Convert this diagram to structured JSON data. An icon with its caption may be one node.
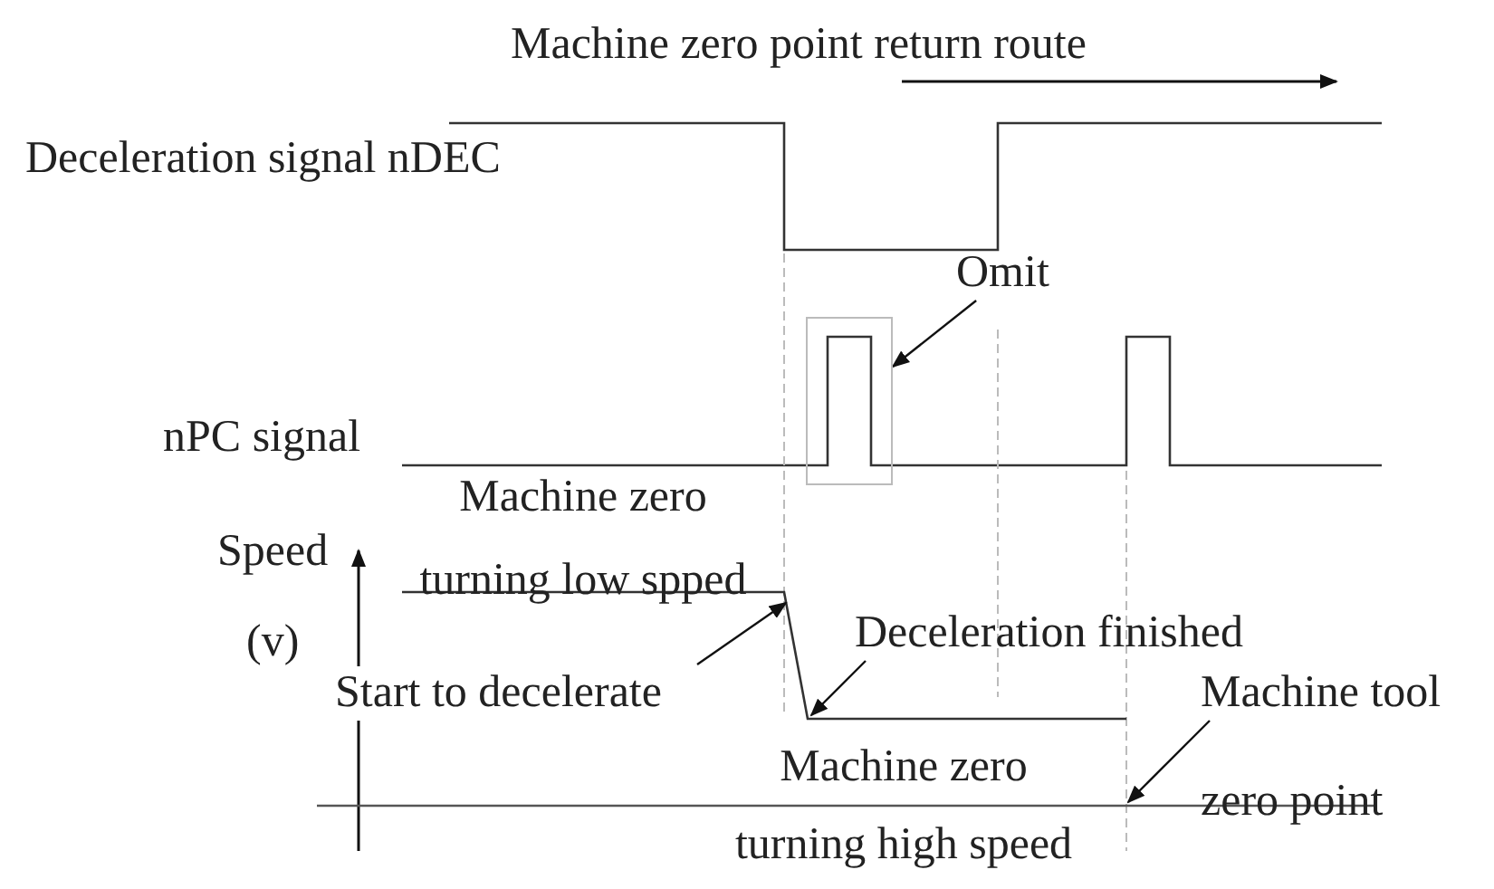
{
  "diagram": {
    "nodes": [
      {
        "text": [
          "Omit"
        ]
      },
      {
        "text": [],
        "shape": "box"
      },
      {
        "text": [
          "Start to decelerate"
        ]
      },
      {
        "text": [
          "Deceleration finished"
        ]
      },
      {
        "text": [
          "Machine tool zero point"
        ]
      }
    ],
    "edges": [
      {
        "from": 0,
        "to": 1,
        "arrow": "to"
      },
      {
        "from": 2,
        "to": null,
        "arrow": "to"
      },
      {
        "from": 3,
        "to": null,
        "arrow": "to"
      },
      {
        "from": 4,
        "to": null,
        "arrow": "to"
      }
    ],
    "labels": [
      "Machine zero point return route",
      "Deceleration signal nDEC",
      "nPC signal",
      "Machine zero turning low spped",
      "Speed",
      "(v)",
      "Machine zero turning high speed"
    ]
  }
}
